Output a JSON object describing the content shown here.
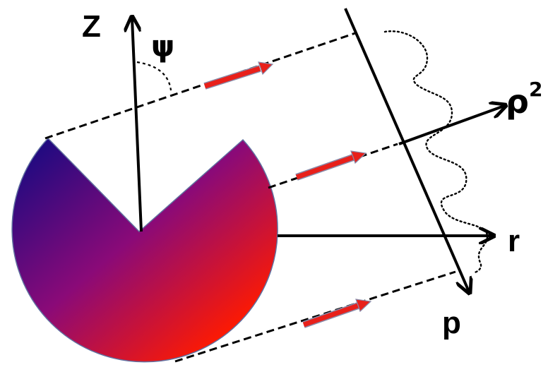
{
  "labels": {
    "z": "Z",
    "psi": "ψ",
    "rho": "ρ",
    "rho_exp": "2",
    "r": "r",
    "p": "p"
  },
  "colors": {
    "gradient_start": "#0d0a82",
    "gradient_mid": "#8a0a78",
    "gradient_end": "#ff1a00",
    "gradient_tip": "#ff9a30",
    "beam_arrow": "#e8201a",
    "beam_arrow_outline": "#8a8aa8",
    "axis": "#000000",
    "object_outline": "#6070a0"
  },
  "icons": {
    "object": "pacman-shape",
    "beam": "red-arrow-icon",
    "profile": "dotted-projection-curve"
  }
}
